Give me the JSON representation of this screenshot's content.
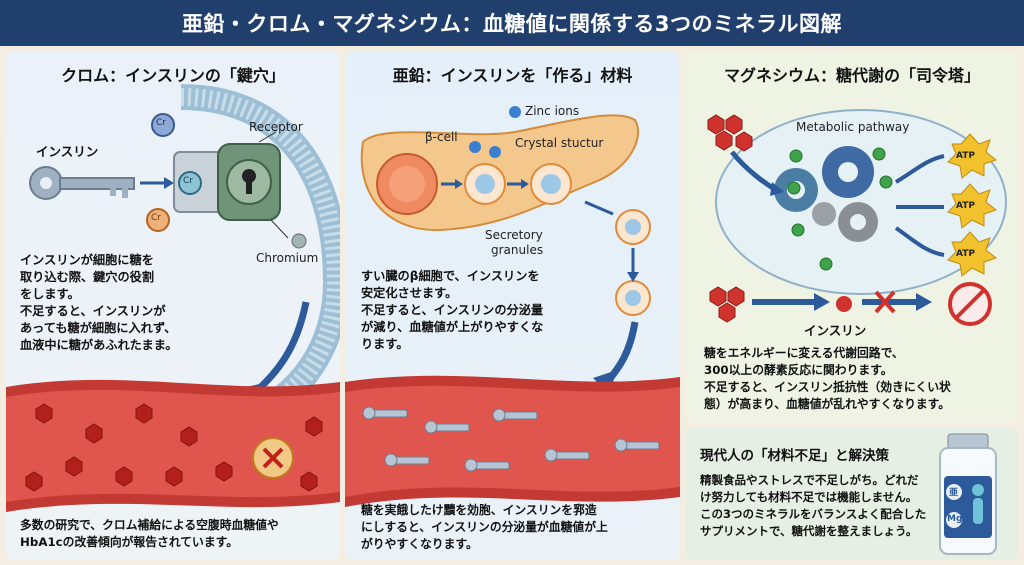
{
  "title": "亜鉛・クロム・マグネシウム：血糖値に関係する3つのミネラル図解",
  "chromium": {
    "heading": "クロム：インスリンの「鍵穴」",
    "insulin_label": "インスリン",
    "receptor_label": "Receptor",
    "chromium_label": "Chromium",
    "cr_symbol": "Cr",
    "body": [
      "インスリンが細胞に糖を",
      "取り込む際、鍵穴の役割",
      "をします。",
      "不足すると、インスリンが",
      "あっても糖が細胞に入れず、",
      "血液中に糖があふれたまま。"
    ],
    "footer": [
      "多数の研究で、クロム補給による空腹時血糖値や",
      "HbA1cの改善傾向が報告されています。"
    ]
  },
  "zinc": {
    "heading": "亜鉛：インスリンを「作る」材料",
    "zinc_ions_label": "Zinc ions",
    "beta_cell_label": "β-cell",
    "crystal_label": "Crystal stuctur",
    "secretory_label_1": "Secretory",
    "secretory_label_2": "granules",
    "body": [
      "すい臓のβ細胞で、インスリンを",
      "安定化させます。",
      "不足すると、インスリンの分泌量",
      "が減り、血糖値が上がりやすくな",
      "ります。"
    ],
    "footer": [
      "糖を実餓したけ黷を効胞、インスリンを郛造",
      "にしすると、インスリンの分泌量が血糖値が上",
      "がりやすくなります。"
    ]
  },
  "magnesium": {
    "heading": "マグネシウム：糖代謝の「司令塔」",
    "pathway_label": "Metabolic pathway",
    "atp_label": "ATP",
    "insulin_label": "インスリン",
    "body": [
      "糖をエネルギーに変える代謝回路で、",
      "300以上の酵素反応に関わります。",
      "不足すると、インスリン抵抗性（効きにくい状",
      "態）が高まり、血糖値が乱れやすくなります。"
    ]
  },
  "solution": {
    "heading": "現代人の「材料不足」と解決策",
    "body": [
      "精製食品やストレスで不足しがち。どれだ",
      "け努力しても材料不足では機能しません。",
      "この3つのミネラルをバランスよく配合した",
      "サプリメントで、糖代謝を整えましょう。"
    ],
    "bottle_zn": "亜",
    "bottle_mg": "Mg"
  },
  "colors": {
    "header": "#203f6d",
    "blood": "#c23a33",
    "arrow": "#2c5a9a",
    "atp": "#f2c12e"
  }
}
